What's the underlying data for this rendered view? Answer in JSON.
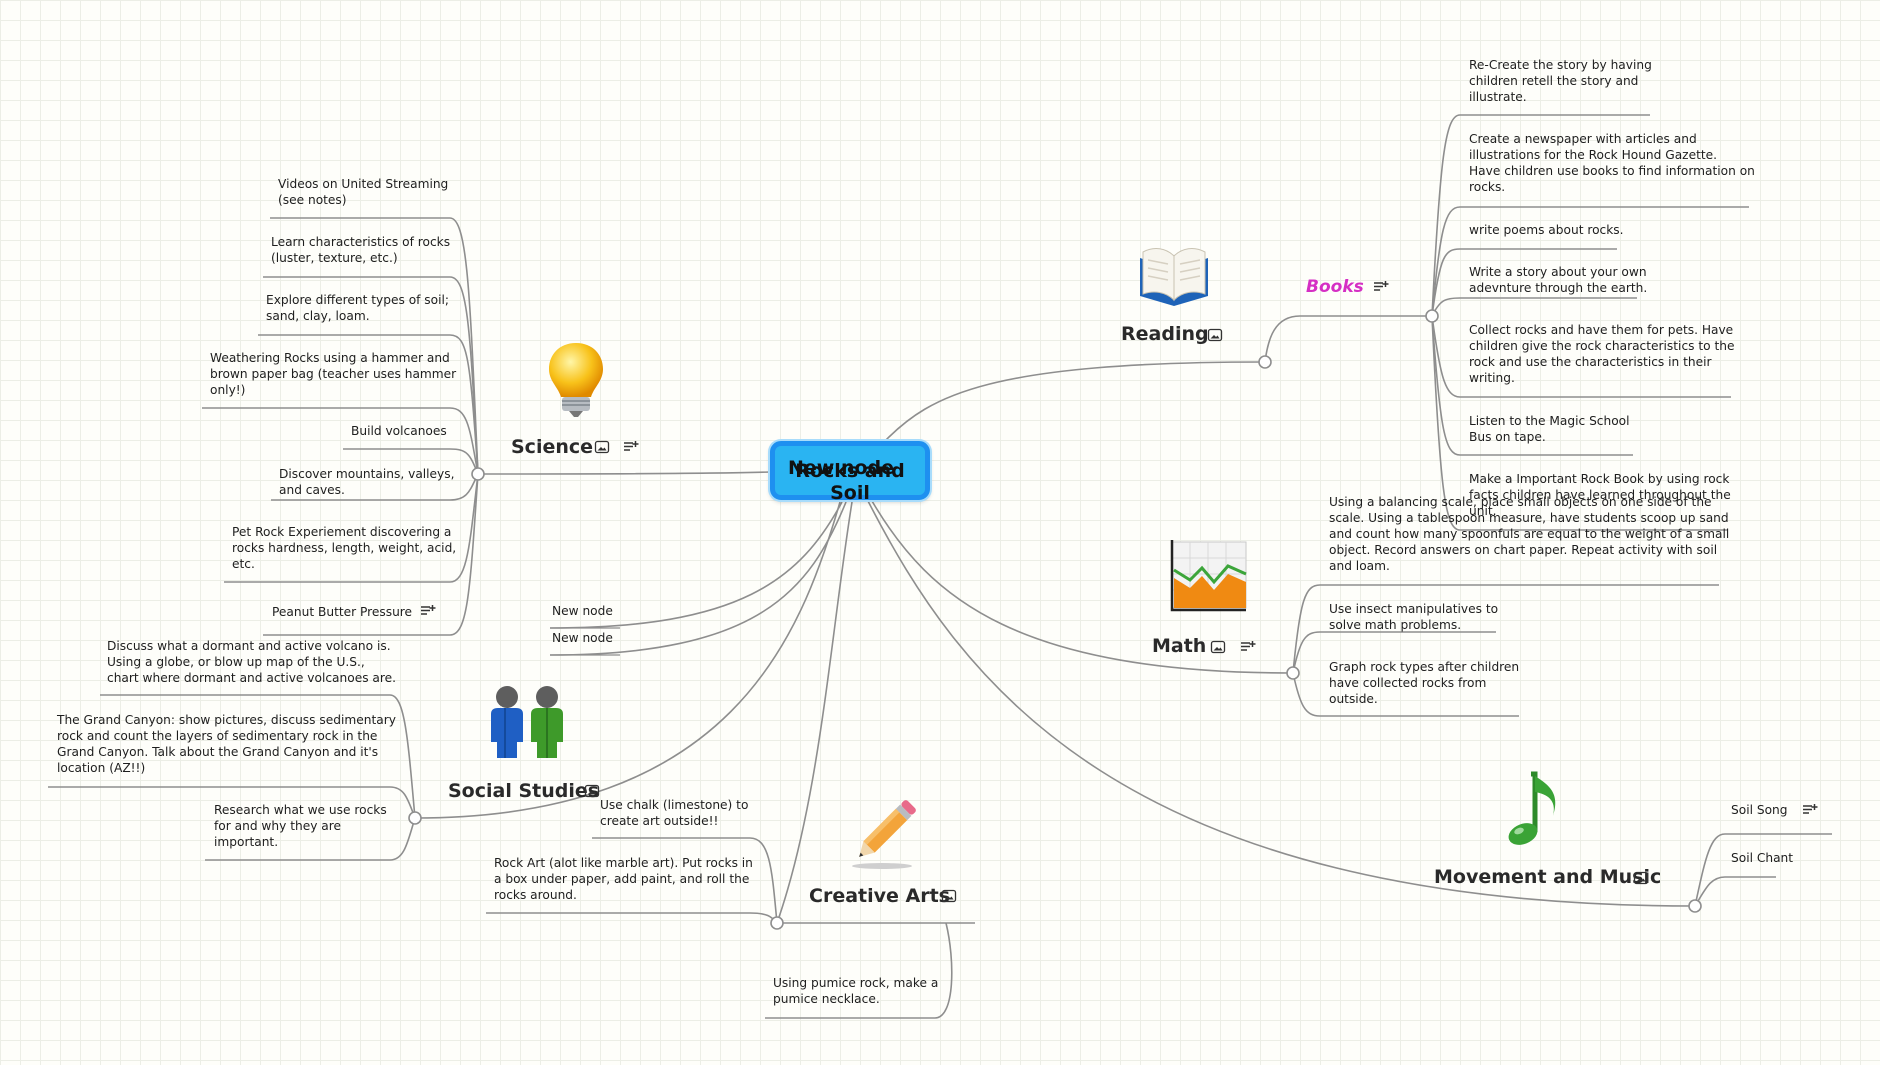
{
  "central": {
    "title": "Rocks and Soil",
    "overlap": "New node"
  },
  "reading": {
    "label": "Reading",
    "sub_label": "Books",
    "items": [
      "Re-Create the story by having\nchildren retell the story and\nillustrate.",
      "Create a newspaper with articles and\nillustrations for the Rock Hound Gazette.\nHave children use books to find information on\nrocks.",
      "write poems about rocks.",
      "Write a story about your own\nadevnture through the earth.",
      "Collect rocks and have them for pets.  Have\nchildren give the rock characteristics to the\nrock and use the characteristics in their\nwriting.",
      "Listen to the Magic School\nBus on tape.",
      "Make a Important Rock Book by using rock\nfacts children have learned throughout the\nunit."
    ]
  },
  "math": {
    "label": "Math",
    "items": [
      "Using a balancing scale, place small objects on one side of the\nscale.  Using a tablespoon measure, have students scoop up sand\nand count how many spoonfuls are equal to the weight of a small\nobject.  Record answers on chart paper.  Repeat activity with soil\nand loam.",
      "Use insect manipulatives to\nsolve math problems.",
      "Graph rock types after children\nhave collected rocks from\noutside."
    ]
  },
  "music": {
    "label": "Movement and Music",
    "items": [
      "Soil Song",
      "Soil Chant"
    ]
  },
  "science": {
    "label": "Science",
    "items": [
      "Videos on United Streaming\n(see notes)",
      "Learn characteristics of rocks\n(luster, texture, etc.)",
      "Explore different types of soil;\nsand, clay, loam.",
      "Weathering Rocks using a hammer and\nbrown paper bag (teacher uses hammer\nonly!)",
      "Build volcanoes",
      "Discover mountains, valleys,\nand caves.",
      "Pet Rock Experiement discovering a\nrocks hardness, length, weight, acid,\netc.",
      "Peanut Butter Pressure"
    ]
  },
  "new_nodes": [
    "New node",
    "New node"
  ],
  "social": {
    "label": "Social Studies",
    "items": [
      "Discuss what a dormant and active volcano is.\nUsing a globe, or blow up map of the U.S.,\nchart where dormant and active volcanoes are.",
      "The Grand Canyon: show pictures, discuss sedimentary\nrock and count the layers of sedimentary rock in the\nGrand Canyon.  Talk about the Grand Canyon and it's\nlocation (AZ!!)",
      "Research what we use rocks\nfor and why they are\nimportant."
    ]
  },
  "creative": {
    "label": "Creative Arts",
    "items": [
      "Use chalk (limestone) to\ncreate art outside!!",
      "Rock Art (alot like marble art).  Put rocks in\na box under paper, add paint, and roll the\nrocks around.",
      "Using pumice rock, make a\npumice necklace."
    ]
  },
  "icons": {
    "image_marker": "image-icon",
    "notes_marker": "notes-icon",
    "reading_picture": "book-icon",
    "math_picture": "chart-icon",
    "music_picture": "music-note-icon",
    "science_picture": "lightbulb-icon",
    "social_picture": "people-icon",
    "creative_picture": "pencil-icon"
  },
  "colors": {
    "central_fill": "#2ab4f2",
    "central_border": "#1e90f0",
    "books_label": "#d52fc4",
    "connector": "#8e8e8e"
  }
}
